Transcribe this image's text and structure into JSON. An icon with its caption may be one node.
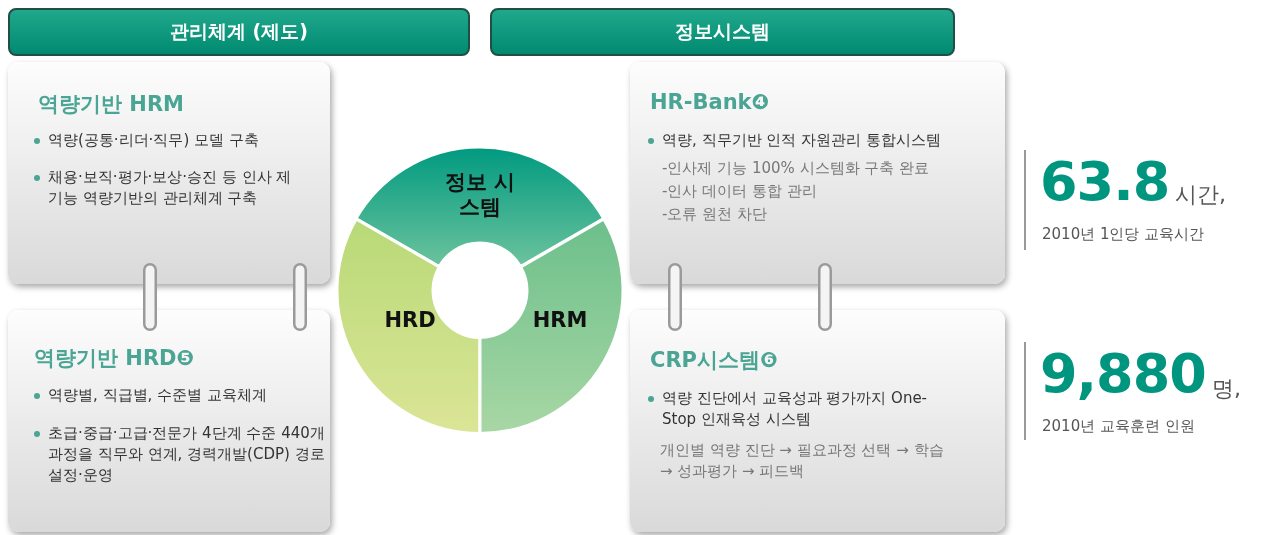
{
  "diagram": {
    "nodes": [
      {
        "text": [
          "관리체계 (제도)"
        ]
      },
      {
        "text": [
          "정보시스템"
        ]
      },
      {
        "text": [
          "역량기반 HRM",
          "역량(공통·리더·직무) 모델 구축",
          "채용·보직·평가·보상·승진 등 인사 제 기능 역량기반의 관리체계 구축"
        ]
      },
      {
        "text": [
          "HR-Bank❹",
          "역량, 직무기반 인적 자원관리 통합시스템",
          "-인사제 기능 100% 시스템화 구축 완료",
          "-인사 데이터 통합 관리",
          "-오류 원천 차단"
        ]
      },
      {
        "text": [
          "역량기반 HRD❺",
          "역량별, 직급별, 수준별 교육체계",
          "초급·중급·고급·전문가 4단계 수준 440개 과정을 직무와 연계, 경력개발(CDP) 경로 설정·운영"
        ]
      },
      {
        "text": [
          "CRP시스템❻",
          "역량 진단에서 교육성과 평가까지 One-Stop 인재육성 시스템",
          "개인별 역량 진단 → 필요과정 선택 → 학습→ 성과평가 → 피드백"
        ]
      },
      {
        "text": [
          "정보 시스템"
        ]
      },
      {
        "text": [
          "HRD"
        ]
      },
      {
        "text": [
          "HRM"
        ]
      }
    ],
    "edges": [
      {
        "from": 2,
        "to": 4,
        "arrow": "none"
      },
      {
        "from": 2,
        "to": 4,
        "arrow": "none"
      },
      {
        "from": 3,
        "to": 5,
        "arrow": "none"
      },
      {
        "from": 3,
        "to": 5,
        "arrow": "none"
      }
    ],
    "labels": [
      "63.8",
      "시간,",
      "2010년 1인당 교육시간",
      "9,880",
      "명,",
      "2010년 교육훈련 인원"
    ]
  }
}
